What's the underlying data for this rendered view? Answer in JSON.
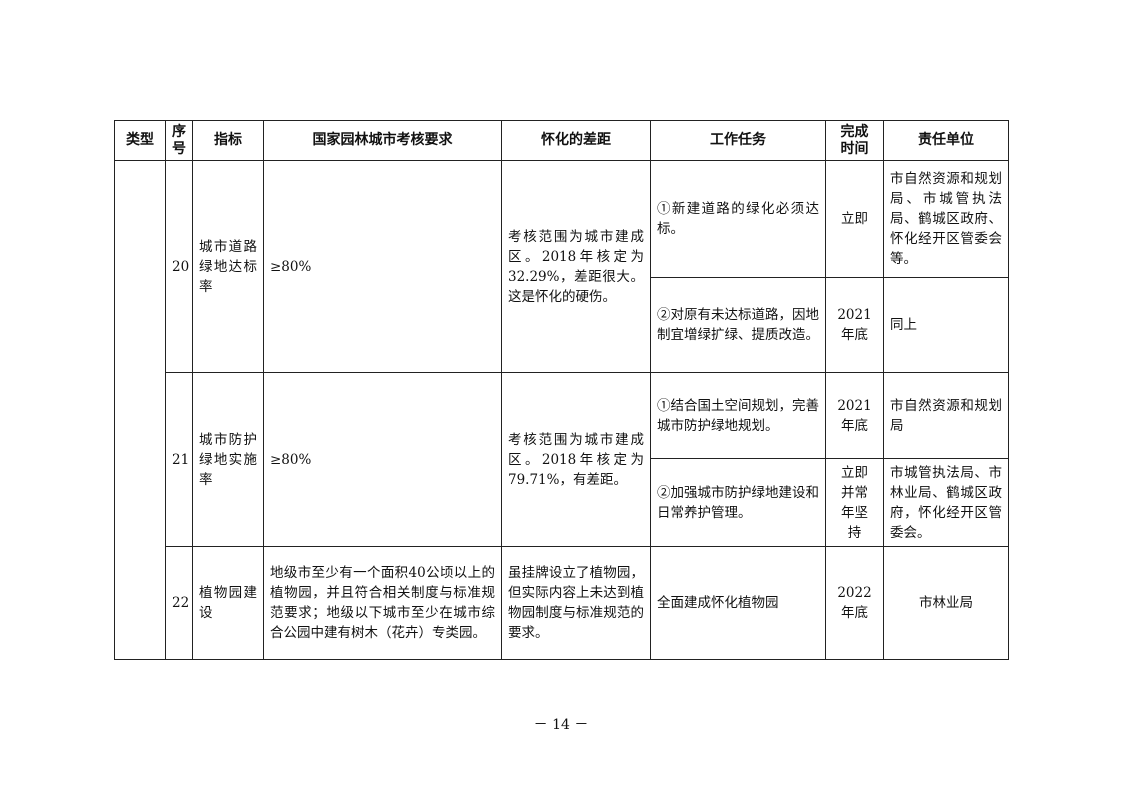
{
  "headers": {
    "type": "类型",
    "seq": "序号",
    "indicator": "指标",
    "requirement": "国家园林城市考核要求",
    "gap": "怀化的差距",
    "task": "工作任务",
    "time": "完成时间",
    "unit": "责任单位"
  },
  "rows": [
    {
      "seq": "20",
      "indicator": "城市道路绿地达标率",
      "requirement": "≥80%",
      "gap": "考核范围为城市建成区。2018年核定为32.29%，差距很大。这是怀化的硬伤。",
      "tasks": [
        {
          "task": "①新建道路的绿化必须达标。",
          "time": "立即",
          "unit": "市自然资源和规划局、市城管执法局、鹤城区政府、怀化经开区管委会等。"
        },
        {
          "task": "②对原有未达标道路，因地制宜增绿扩绿、提质改造。",
          "time": "2021年底",
          "unit": "同上"
        }
      ]
    },
    {
      "seq": "21",
      "indicator": "城市防护绿地实施率",
      "requirement": "≥80%",
      "gap": "考核范围为城市建成区。2018年核定为79.71%，有差距。",
      "tasks": [
        {
          "task": "①结合国土空间规划，完善城市防护绿地规划。",
          "time": "2021年底",
          "unit": "市自然资源和规划局"
        },
        {
          "task": "②加强城市防护绿地建设和日常养护管理。",
          "time": "立即并常年坚持",
          "unit": "市城管执法局、市林业局、鹤城区政府，怀化经开区管委会。"
        }
      ]
    },
    {
      "seq": "22",
      "indicator": "植物园建设",
      "requirement": "地级市至少有一个面积40公顷以上的植物园，并且符合相关制度与标准规范要求；地级以下城市至少在城市综合公园中建有树木（花卉）专类园。",
      "gap": "虽挂牌设立了植物园，但实际内容上未达到植物园制度与标准规范的要求。",
      "tasks": [
        {
          "task": "全面建成怀化植物园",
          "time": "2022年底",
          "unit": "市林业局"
        }
      ]
    }
  ],
  "footer": {
    "page_number": "－ 14 －"
  }
}
